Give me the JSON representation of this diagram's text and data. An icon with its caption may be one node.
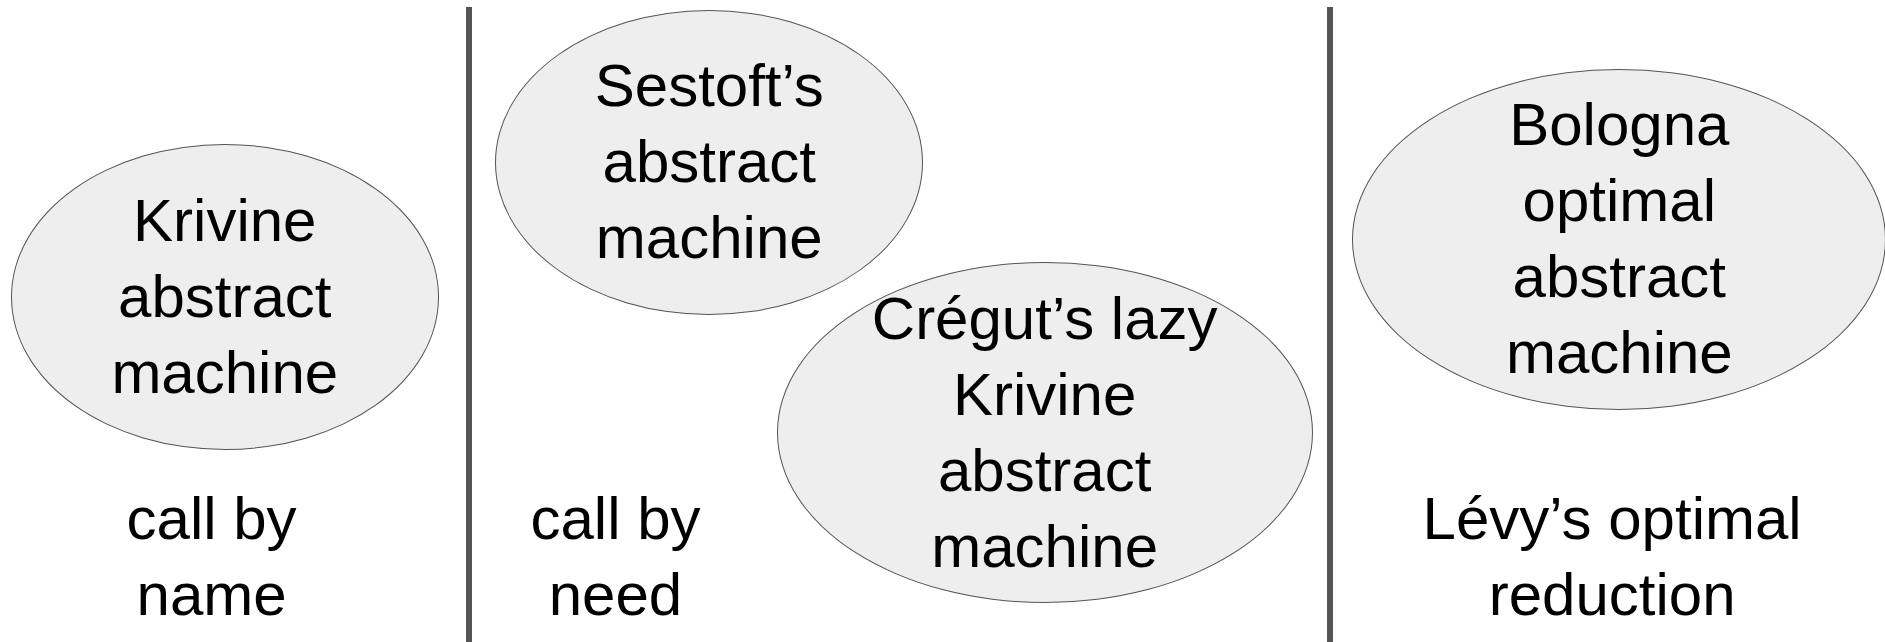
{
  "diagram": {
    "nodes": [
      {
        "text": [
          "Krivine abstract machine"
        ]
      },
      {
        "text": [
          "Sestoft’s abstract machine"
        ]
      },
      {
        "text": [
          "Crégut’s lazy Krivine abstract machine"
        ]
      },
      {
        "text": [
          "Bologna optimal abstract machine"
        ]
      }
    ],
    "labels": [
      "call by name",
      "call by need",
      "Lévy’s optimal reduction"
    ]
  }
}
